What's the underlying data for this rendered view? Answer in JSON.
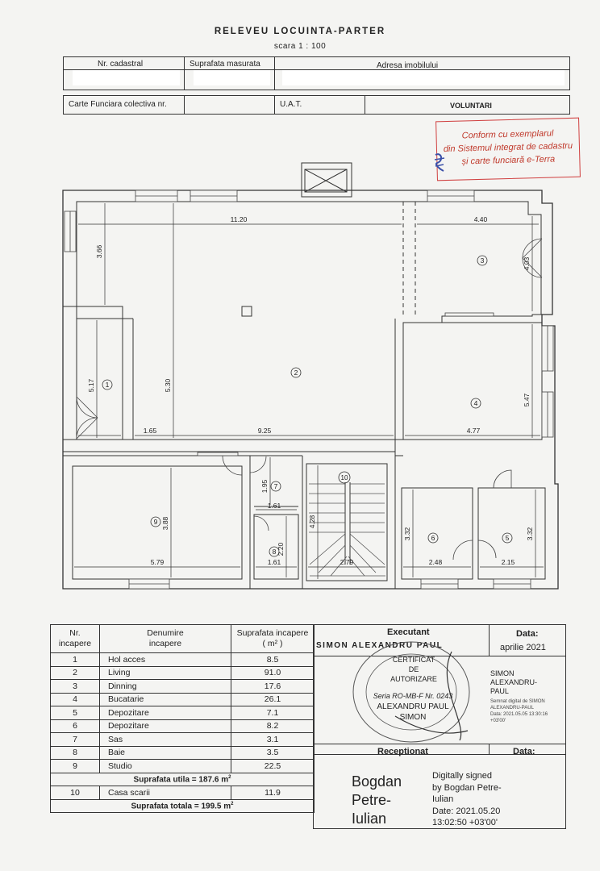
{
  "header": {
    "title": "RELEVEU LOCUINTA-PARTER",
    "scale": "scara 1 : 100"
  },
  "info": {
    "cadastral_label": "Nr. cadastral",
    "area_label": "Suprafata masurata",
    "address_label": "Adresa imobilului",
    "land_book_label": "Carte Funciara colectiva nr.",
    "uat_label": "U.A.T.",
    "uat_value": "VOLUNTARI"
  },
  "stamp": {
    "line1": "Conform cu exemplarul",
    "line2": "din Sistemul integrat de cadastru",
    "line3": "și carte funciară e-Terra"
  },
  "plan": {
    "dims": {
      "d1120": "11.20",
      "d440": "4.40",
      "d366": "3.66",
      "d403": "4.03",
      "d517": "5.17",
      "d530": "5.30",
      "d547": "5.47",
      "d165": "1.65",
      "d925": "9.25",
      "d477": "4.77",
      "d195": "1.95",
      "d161a": "1.61",
      "d388": "3.88",
      "d428": "4.28",
      "d220": "2.20",
      "d332a": "3.32",
      "d332b": "3.32",
      "d579": "5.79",
      "d161b": "1.61",
      "d279": "2.79",
      "d248": "2.48",
      "d215": "2.15"
    },
    "rooms": {
      "r1": "1",
      "r2": "2",
      "r3": "3",
      "r4": "4",
      "r5": "5",
      "r6": "6",
      "r7": "7",
      "r8": "8",
      "r9": "9",
      "r10": "10"
    }
  },
  "table": {
    "h_nr": "Nr.",
    "h_nr2": "incapere",
    "h_name": "Denumire",
    "h_name2": "incapere",
    "h_area": "Suprafata incapere",
    "h_area2": "( m² )",
    "rows": [
      {
        "nr": "1",
        "name": "Hol acces",
        "area": "8.5"
      },
      {
        "nr": "2",
        "name": "Living",
        "area": "91.0"
      },
      {
        "nr": "3",
        "name": "Dinning",
        "area": "17.6"
      },
      {
        "nr": "4",
        "name": "Bucatarie",
        "area": "26.1"
      },
      {
        "nr": "5",
        "name": "Depozitare",
        "area": "7.1"
      },
      {
        "nr": "6",
        "name": "Depozitare",
        "area": "8.2"
      },
      {
        "nr": "7",
        "name": "Sas",
        "area": "3.1"
      },
      {
        "nr": "8",
        "name": "Baie",
        "area": "3.5"
      },
      {
        "nr": "9",
        "name": "Studio",
        "area": "22.5"
      }
    ],
    "useful": "Suprafata utila = 187.6 m",
    "exp": "2",
    "stair_nr": "10",
    "stair_name": "Casa scarii",
    "stair_area": "11.9",
    "total": "Suprafata totala = 199.5 m",
    "exp2": "2"
  },
  "executant": {
    "label": "Executant",
    "name": "SIMON ALEXANDRU PAUL",
    "date_label": "Data:",
    "date": "aprilie 2021",
    "seal_l1": "CERTIFICAT",
    "seal_l2": "DE",
    "seal_l3": "AUTORIZARE",
    "seal_l4": "Seria RO-MB-F Nr. 0243",
    "seal_l5": "ALEXANDRU PAUL",
    "seal_l6": "SIMON",
    "dig1": "SIMON",
    "dig2": "ALEXANDRU-",
    "dig3": "PAUL",
    "dig4": "Semnat digital de SIMON",
    "dig5": "ALEXANDRU-PAUL",
    "dig6": "Data: 2021.05.05 13:30:16",
    "dig7": "+03'00'"
  },
  "receptionat": {
    "label": "Receptionat",
    "date_label": "Data:",
    "name1": "Bogdan",
    "name2": "Petre-",
    "name3": "Iulian",
    "s1": "Digitally signed",
    "s2": "by Bogdan Petre-",
    "s3": "Iulian",
    "s4": "Date: 2021.05.20",
    "s5": "13:02:50 +03'00'"
  }
}
